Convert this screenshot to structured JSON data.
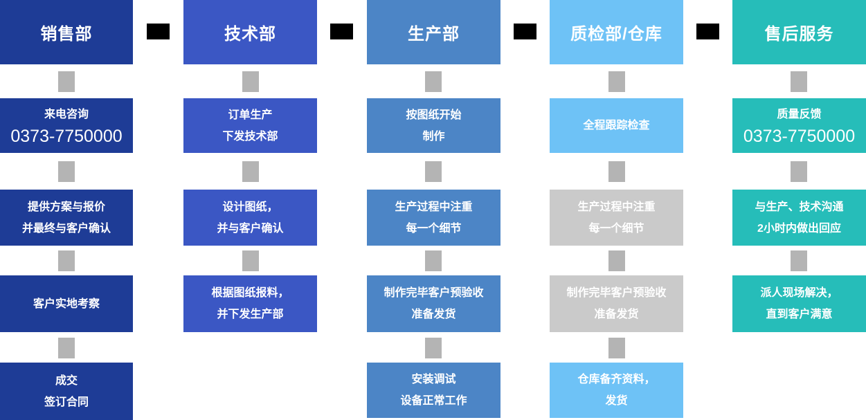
{
  "page": {
    "background": "#ffffff"
  },
  "palette": {
    "sales": "#1e3c96",
    "tech": "#3b57c4",
    "production": "#4c85c6",
    "qa_warehouse": "#6ec2f6",
    "after_sales": "#26bdb9",
    "muted_step": "#cacaca",
    "connector": "#b4b4b4",
    "stage_arrow": "#000000",
    "text": "#ffffff"
  },
  "flow": {
    "columns": [
      {
        "id": "sales",
        "title": "销售部",
        "steps": [
          {
            "lines": [
              "来电咨询",
              "0373-7750000"
            ],
            "phone_line": 1
          },
          {
            "lines": [
              "提供方案与报价",
              "并最终与客户确认"
            ]
          },
          {
            "lines": [
              "客户实地考察"
            ]
          },
          {
            "lines": [
              "成交",
              "签订合同"
            ]
          }
        ]
      },
      {
        "id": "tech",
        "title": "技术部",
        "steps": [
          {
            "lines": [
              "订单生产",
              "下发技术部"
            ]
          },
          {
            "lines": [
              "设计图纸，",
              "并与客户确认"
            ]
          },
          {
            "lines": [
              "根据图纸报料，",
              "并下发生产部"
            ]
          }
        ]
      },
      {
        "id": "production",
        "title": "生产部",
        "steps": [
          {
            "lines": [
              "按图纸开始",
              "制作"
            ]
          },
          {
            "lines": [
              "生产过程中注重",
              "每一个细节"
            ]
          },
          {
            "lines": [
              "制作完毕客户预验收",
              "准备发货"
            ]
          },
          {
            "lines": [
              "安装调试",
              "设备正常工作"
            ]
          }
        ]
      },
      {
        "id": "qa-warehouse",
        "title": "质检部/仓库",
        "steps": [
          {
            "lines": [
              "全程跟踪检查"
            ]
          },
          {
            "lines": [
              "生产过程中注重",
              "每一个细节"
            ],
            "variant": "muted"
          },
          {
            "lines": [
              "制作完毕客户预验收",
              "准备发货"
            ],
            "variant": "muted"
          },
          {
            "lines": [
              "仓库备齐资料，",
              "发货"
            ]
          }
        ]
      },
      {
        "id": "after-sales",
        "title": "售后服务",
        "steps": [
          {
            "lines": [
              "质量反馈",
              "0373-7750000"
            ],
            "phone_line": 1
          },
          {
            "lines": [
              "与生产、技术沟通",
              "2小时内做出回应"
            ]
          },
          {
            "lines": [
              "派人现场解决，",
              "直到客户满意"
            ]
          }
        ]
      }
    ]
  }
}
